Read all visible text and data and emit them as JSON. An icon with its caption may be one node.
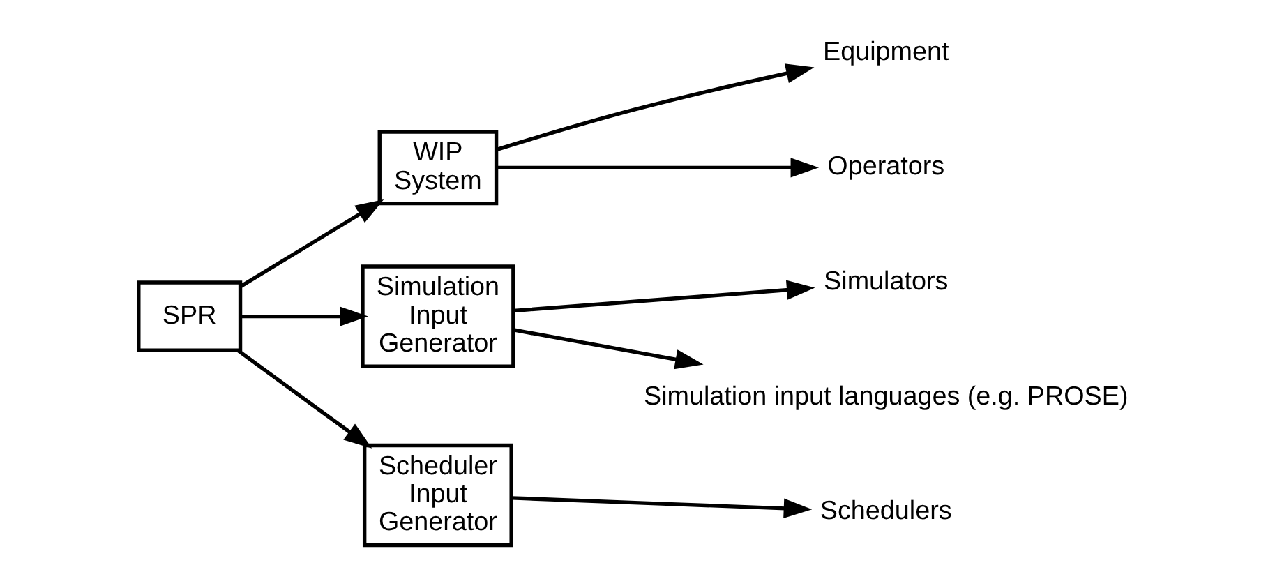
{
  "diagram": {
    "nodes": [
      {
        "text": [
          "SPR"
        ]
      },
      {
        "text": [
          "WIP System"
        ]
      },
      {
        "text": [
          "Simulation Input Generator"
        ]
      },
      {
        "text": [
          "Scheduler Input Generator"
        ]
      },
      {
        "text": [
          "Equipment"
        ]
      },
      {
        "text": [
          "Operators"
        ]
      },
      {
        "text": [
          "Simulators"
        ]
      },
      {
        "text": [
          "Simulation input languages (e.g. PROSE)"
        ]
      },
      {
        "text": [
          "Schedulers"
        ]
      }
    ],
    "edges": [
      {
        "from": 0,
        "to": 1,
        "arrow": "to"
      },
      {
        "from": 0,
        "to": 2,
        "arrow": "to"
      },
      {
        "from": 0,
        "to": 3,
        "arrow": "to"
      },
      {
        "from": 1,
        "to": 4,
        "arrow": "to"
      },
      {
        "from": 1,
        "to": 5,
        "arrow": "to"
      },
      {
        "from": 2,
        "to": 6,
        "arrow": "to"
      },
      {
        "from": 2,
        "to": 7,
        "arrow": "to"
      },
      {
        "from": 3,
        "to": 8,
        "arrow": "to"
      }
    ]
  }
}
